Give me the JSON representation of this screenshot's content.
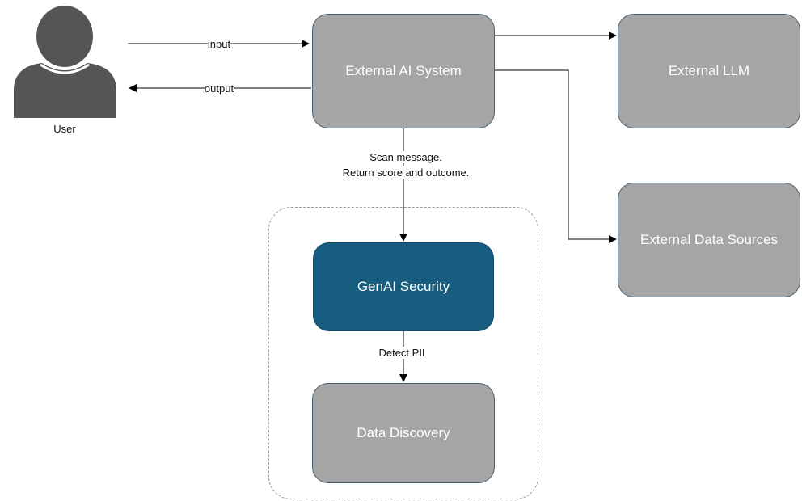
{
  "actors": {
    "user_label": "User"
  },
  "boxes": {
    "external_ai_system": "External AI System",
    "external_llm": "External LLM",
    "external_data_sources": "External Data Sources",
    "genai_security": "GenAI Security",
    "data_discovery": "Data Discovery"
  },
  "edges": {
    "input_label": "input",
    "output_label": "output",
    "scan_line1": "Scan message.",
    "scan_line2": "Return score and outcome.",
    "detect_label": "Detect PII"
  },
  "colors": {
    "gray_box": "#a5a5a5",
    "blue_box": "#175d80",
    "user_icon": "#555555"
  }
}
